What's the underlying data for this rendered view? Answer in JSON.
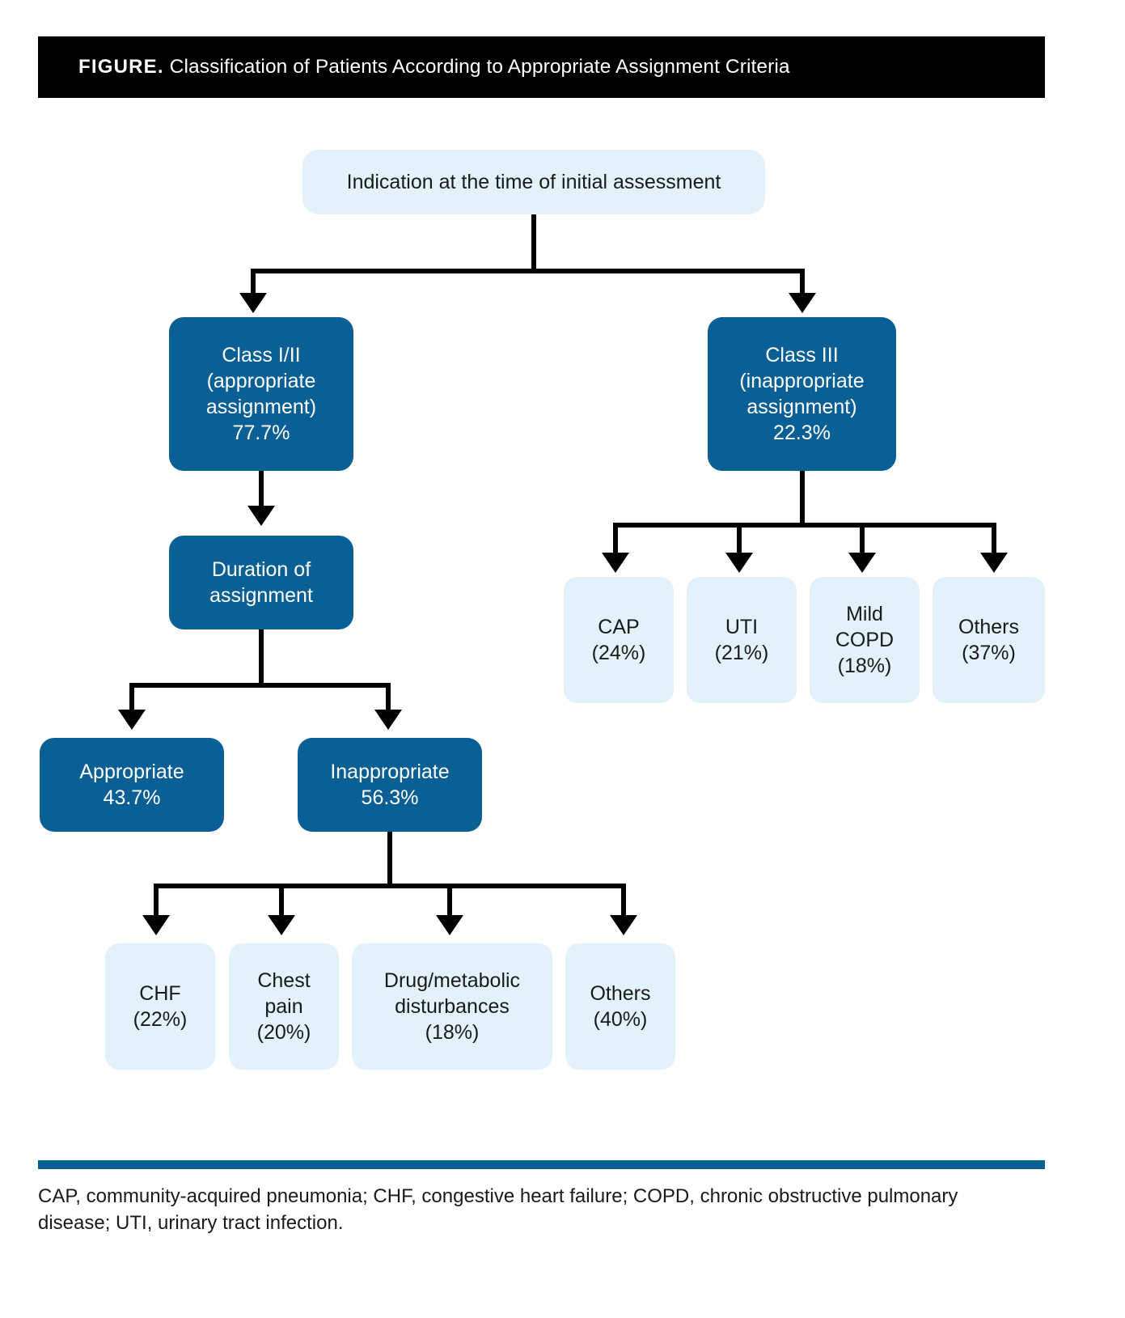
{
  "header": {
    "label": "FIGURE.",
    "title": "Classification of Patients According to Appropriate Assignment Criteria",
    "background_color": "#000000",
    "text_color": "#ffffff"
  },
  "colors": {
    "dark_blue": "#0a5f94",
    "light_blue": "#e2f1fa",
    "connector": "#000000",
    "page_background": "#ffffff"
  },
  "chart_data": {
    "type": "diagram",
    "title": "Classification of Patients According to Appropriate Assignment Criteria",
    "root": "Indication at the time of initial assessment",
    "nodes": [
      {
        "id": "root",
        "label": "Indication at the time of initial assessment",
        "style": "light",
        "level": 0
      },
      {
        "id": "class12",
        "label": "Class I/II\n(appropriate\nassignment)\n77.7%",
        "value": 77.7,
        "style": "dark",
        "level": 1,
        "parent": "root"
      },
      {
        "id": "class3",
        "label": "Class III\n(inappropriate\nassignment)\n22.3%",
        "value": 22.3,
        "style": "dark",
        "level": 1,
        "parent": "root"
      },
      {
        "id": "duration",
        "label": "Duration of\nassignment",
        "style": "dark",
        "level": 2,
        "parent": "class12"
      },
      {
        "id": "appropriate",
        "label": "Appropriate\n43.7%",
        "value": 43.7,
        "style": "dark",
        "level": 3,
        "parent": "duration"
      },
      {
        "id": "inappropriate",
        "label": "Inappropriate\n56.3%",
        "value": 56.3,
        "style": "dark",
        "level": 3,
        "parent": "duration"
      },
      {
        "id": "cap",
        "label": "CAP\n(24%)",
        "value": 24,
        "style": "light",
        "level": 2,
        "parent": "class3"
      },
      {
        "id": "uti",
        "label": "UTI\n(21%)",
        "value": 21,
        "style": "light",
        "level": 2,
        "parent": "class3"
      },
      {
        "id": "copd",
        "label": "Mild\nCOPD\n(18%)",
        "value": 18,
        "style": "light",
        "level": 2,
        "parent": "class3"
      },
      {
        "id": "others_right",
        "label": "Others\n(37%)",
        "value": 37,
        "style": "light",
        "level": 2,
        "parent": "class3"
      },
      {
        "id": "chf",
        "label": "CHF\n(22%)",
        "value": 22,
        "style": "light",
        "level": 4,
        "parent": "inappropriate"
      },
      {
        "id": "chest_pain",
        "label": "Chest\npain\n(20%)",
        "value": 20,
        "style": "light",
        "level": 4,
        "parent": "inappropriate"
      },
      {
        "id": "drug",
        "label": "Drug/metabolic\ndisturbances\n(18%)",
        "value": 18,
        "style": "light",
        "level": 4,
        "parent": "inappropriate"
      },
      {
        "id": "others_bottom",
        "label": "Others\n(40%)",
        "value": 40,
        "style": "light",
        "level": 4,
        "parent": "inappropriate"
      }
    ],
    "groups": [
      {
        "name": "Class III (inappropriate assignment) breakdown",
        "categories": [
          "CAP",
          "UTI",
          "Mild COPD",
          "Others"
        ],
        "values": [
          24,
          21,
          18,
          37
        ],
        "unit": "%"
      },
      {
        "name": "Inappropriate duration breakdown",
        "categories": [
          "CHF",
          "Chest pain",
          "Drug/metabolic disturbances",
          "Others"
        ],
        "values": [
          22,
          20,
          18,
          40
        ],
        "unit": "%"
      },
      {
        "name": "Assignment appropriateness",
        "categories": [
          "Class I/II (appropriate assignment)",
          "Class III (inappropriate assignment)"
        ],
        "values": [
          77.7,
          22.3
        ],
        "unit": "%"
      },
      {
        "name": "Duration of assignment",
        "categories": [
          "Appropriate",
          "Inappropriate"
        ],
        "values": [
          43.7,
          56.3
        ],
        "unit": "%"
      }
    ]
  },
  "nodes": {
    "root": "Indication at the time of initial assessment",
    "class12": "Class I/II\n(appropriate\nassignment)\n77.7%",
    "class3": "Class III\n(inappropriate\nassignment)\n22.3%",
    "duration": "Duration of\nassignment",
    "appropriate": "Appropriate\n43.7%",
    "inappropriate": "Inappropriate\n56.3%",
    "cap": "CAP\n(24%)",
    "uti": "UTI\n(21%)",
    "copd": "Mild\nCOPD\n(18%)",
    "others_right": "Others\n(37%)",
    "chf": "CHF\n(22%)",
    "chest_pain": "Chest\npain\n(20%)",
    "drug": "Drug/metabolic\ndisturbances\n(18%)",
    "others_bottom": "Others\n(40%)"
  },
  "footer": {
    "rule_color": "#0a5f94",
    "note": "CAP, community-acquired pneumonia; CHF, congestive heart failure; COPD, chronic obstructive pulmonary disease; UTI, urinary tract infection."
  }
}
